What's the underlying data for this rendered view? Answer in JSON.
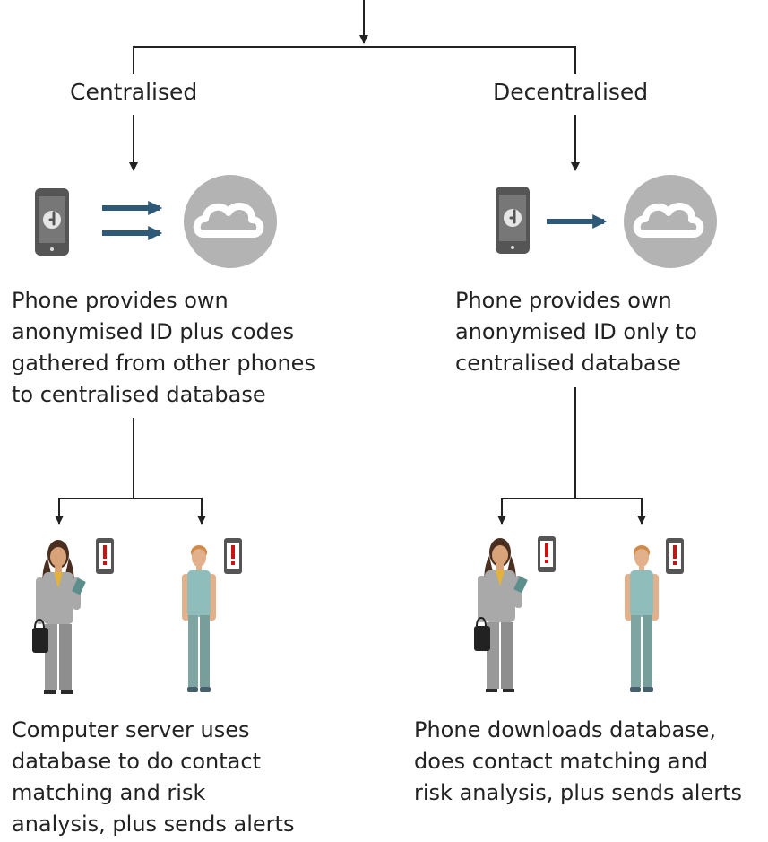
{
  "branches": {
    "centralised": {
      "title": "Centralised",
      "description": "Phone provides own\nanonymised ID plus codes\ngathered from other phones\nto centralised database",
      "outcome": "Computer server uses\ndatabase to do contact\nmatching and risk\nanalysis, plus sends alerts"
    },
    "decentralised": {
      "title": "Decentralised",
      "description": "Phone provides own\nanonymised ID only to\ncentralised database",
      "outcome": "Phone downloads database,\ndoes contact matching and\nrisk analysis, plus sends alerts"
    }
  },
  "icons": {
    "phone": "phone-key-icon",
    "cloud": "cloud-icon",
    "alert_phone": "phone-alert-icon",
    "person_suit": "woman-suit-icon",
    "person_casual": "woman-casual-icon"
  },
  "colors": {
    "line": "#222222",
    "upload_arrow": "#2e5a78",
    "cloud_circle": "#b3b3b3",
    "phone_body": "#555555",
    "alert_red": "#cc1111",
    "suit": "#a9a9a9",
    "casual_top": "#8ebdbc",
    "casual_trousers": "#7fa5a3"
  }
}
